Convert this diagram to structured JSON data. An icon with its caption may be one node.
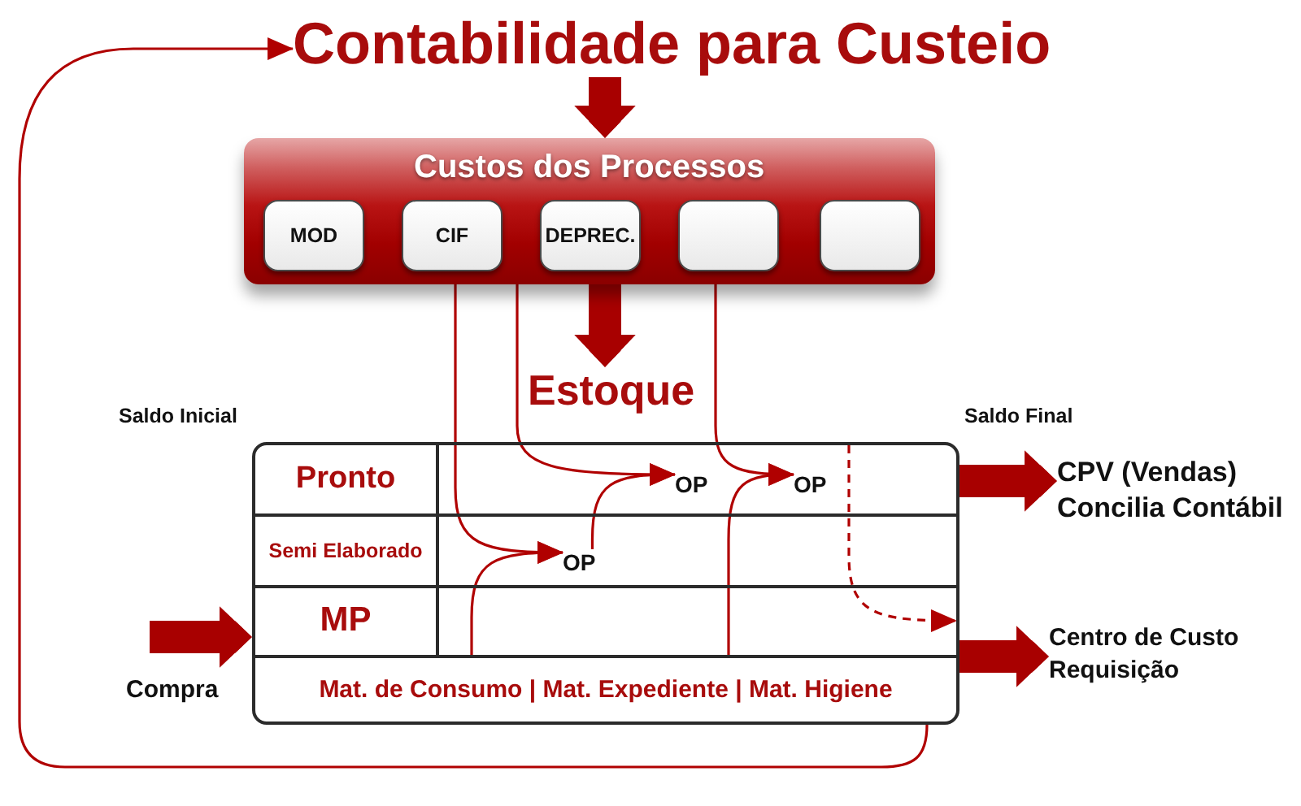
{
  "diagram": {
    "nodes": [
      {
        "text": [
          "Contabilidade para Custeio"
        ]
      },
      {
        "text": [
          "Custos dos Processos"
        ]
      },
      {
        "text": [
          "MOD"
        ],
        "in": 1
      },
      {
        "text": [
          "CIF"
        ],
        "in": 1
      },
      {
        "text": [
          "DEPREC."
        ],
        "in": 1
      },
      {
        "text": [],
        "shape": "box",
        "in": 1
      },
      {
        "text": [],
        "shape": "box",
        "in": 1
      },
      {
        "text": [
          "Estoque"
        ]
      },
      {
        "text": [
          "Pronto"
        ],
        "in": 7
      },
      {
        "text": [
          "OP"
        ],
        "in": 8
      },
      {
        "text": [
          "OP"
        ],
        "in": 8
      },
      {
        "text": [
          "Semi Elaborado"
        ],
        "in": 7
      },
      {
        "text": [
          "OP"
        ],
        "in": 11
      },
      {
        "text": [
          "MP"
        ],
        "in": 7
      },
      {
        "text": [
          "Mat. de Consumo | Mat. Expediente | Mat. Higiene"
        ],
        "in": 7
      },
      {
        "text": [
          "CPV (Vendas)",
          "Concilia Contábil"
        ]
      },
      {
        "text": [
          "Centro de Custo",
          "Requisição"
        ]
      }
    ],
    "edges": [
      {
        "from": 0,
        "to": 1,
        "arrow": "to",
        "style": "thick"
      },
      {
        "from": 1,
        "to": 7,
        "arrow": "to",
        "style": "thick"
      },
      {
        "from": 1,
        "to": 12,
        "arrow": "to"
      },
      {
        "from": 13,
        "to": 12,
        "arrow": "to"
      },
      {
        "from": 1,
        "to": 9,
        "arrow": "to"
      },
      {
        "from": 12,
        "to": 9,
        "arrow": "to"
      },
      {
        "from": 1,
        "to": 10,
        "arrow": "to"
      },
      {
        "from": 13,
        "to": 10,
        "arrow": "to"
      },
      {
        "from": 8,
        "to": 13,
        "arrow": "to",
        "style": "dashed"
      },
      {
        "from": null,
        "to": 7,
        "arrow": "to",
        "style": "thick",
        "label": "Compra"
      },
      {
        "from": 8,
        "to": 15,
        "arrow": "to",
        "style": "thick"
      },
      {
        "from": 7,
        "to": 16,
        "arrow": "to",
        "style": "thick"
      },
      {
        "from": 7,
        "to": 0,
        "arrow": "to"
      }
    ],
    "labels": [
      "Saldo Inicial",
      "Saldo Final"
    ]
  }
}
